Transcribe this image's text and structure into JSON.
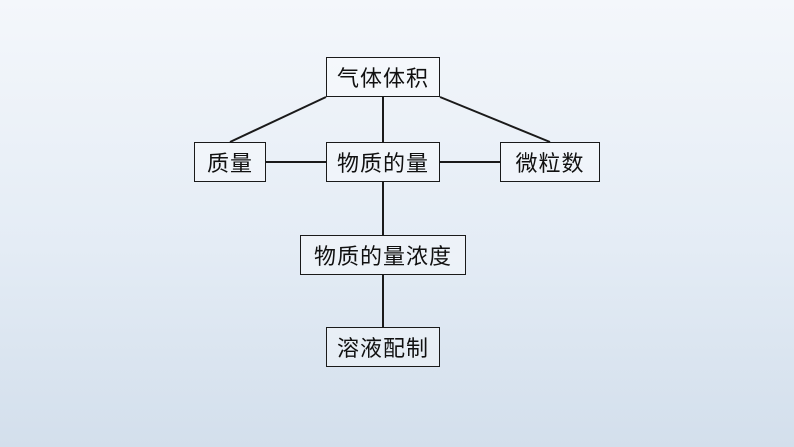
{
  "diagram": {
    "nodes": {
      "gas_volume": "气体体积",
      "mass": "质量",
      "amount_of_substance": "物质的量",
      "particle_count": "微粒数",
      "molar_concentration": "物质的量浓度",
      "solution_preparation": "溶液配制"
    },
    "edges": [
      [
        "gas_volume",
        "mass"
      ],
      [
        "gas_volume",
        "amount_of_substance"
      ],
      [
        "gas_volume",
        "particle_count"
      ],
      [
        "mass",
        "amount_of_substance"
      ],
      [
        "amount_of_substance",
        "particle_count"
      ],
      [
        "amount_of_substance",
        "molar_concentration"
      ],
      [
        "molar_concentration",
        "solution_preparation"
      ]
    ],
    "colors": {
      "line": "#1a1a1a",
      "text": "#111111"
    }
  }
}
